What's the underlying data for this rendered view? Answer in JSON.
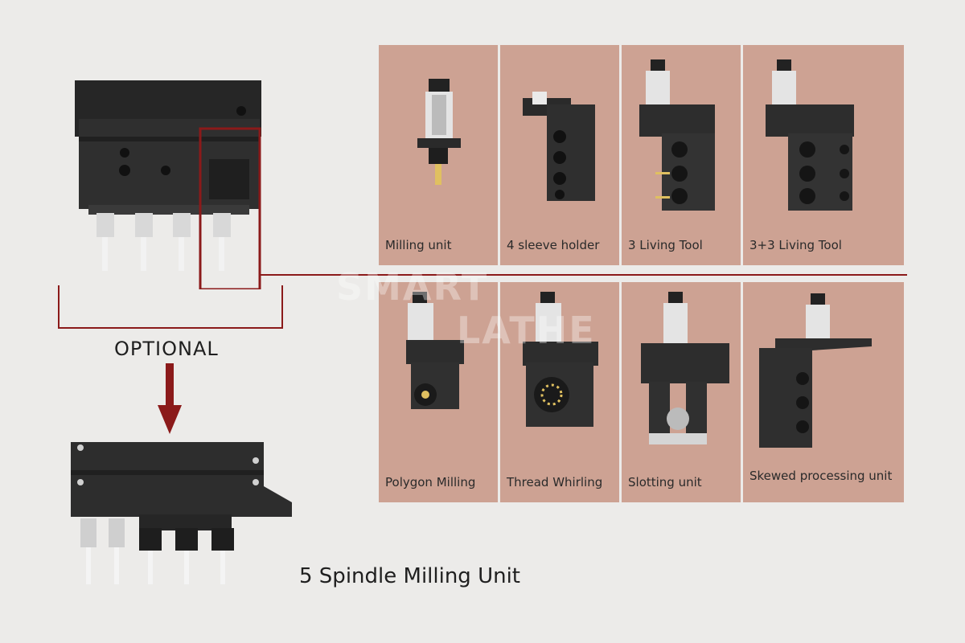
{
  "panels": [
    {
      "label": "Milling unit"
    },
    {
      "label": "4 sleeve holder"
    },
    {
      "label": "3 Living Tool"
    },
    {
      "label": "3+3 Living Tool"
    },
    {
      "label": "Polygon Milling"
    },
    {
      "label": "Thread Whirling"
    },
    {
      "label": "Slotting unit"
    },
    {
      "label": "Skewed processing unit"
    }
  ],
  "optional_label": "OPTIONAL",
  "bottom_caption": "5 Spindle Milling Unit",
  "watermark": {
    "line1": "SMART",
    "line2": "LATHE"
  },
  "colors": {
    "panel_bg": "#cda293",
    "accent_red": "#8b1a1a",
    "page_bg": "#ecebe9",
    "metal_dark": "#2b2b2b"
  }
}
